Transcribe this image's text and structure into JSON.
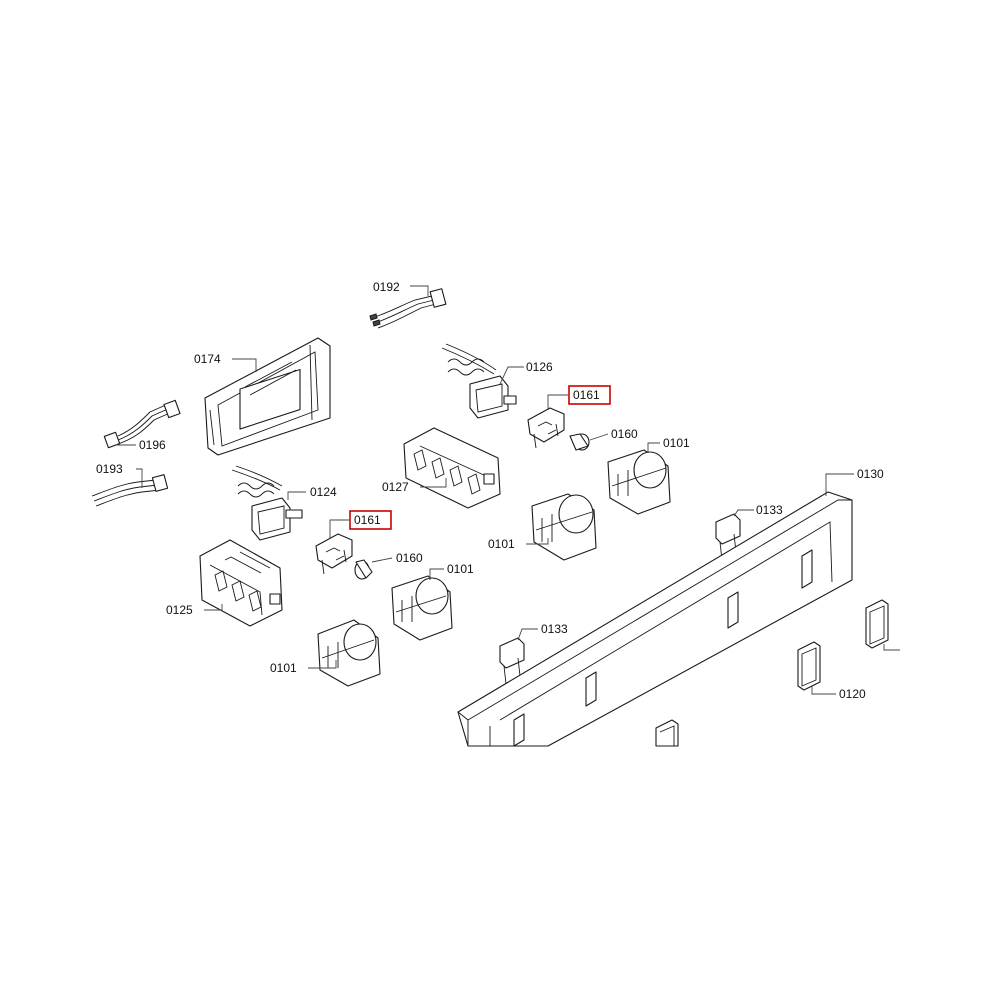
{
  "diagram": {
    "labels": {
      "p0192": "0192",
      "p0174": "0174",
      "p0196": "0196",
      "p0193": "0193",
      "p0124": "0124",
      "p0125": "0125",
      "p0161_left": "0161",
      "p0160_left": "0160",
      "p0101_mid": "0101",
      "p0101_low": "0101",
      "p0126": "0126",
      "p0161_right": "0161",
      "p0160_right": "0160",
      "p0101_right": "0101",
      "p0127": "0127",
      "p0101_center": "0101",
      "p0133_top": "0133",
      "p0133_bottom": "0133",
      "p0130": "0130",
      "p0120": "0120"
    },
    "highlighted": [
      "p0161_left",
      "p0161_right"
    ],
    "colors": {
      "highlight": "#cc0000",
      "line": "#1a1a1a"
    }
  }
}
